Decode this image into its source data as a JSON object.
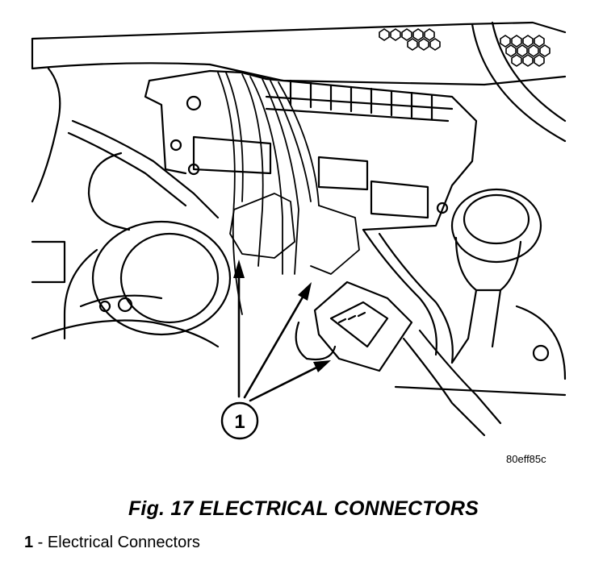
{
  "figure": {
    "code": "80eff85c",
    "callout_number": "1"
  },
  "caption": "Fig. 17 ELECTRICAL CONNECTORS",
  "legend": [
    {
      "number": "1",
      "separator": " - ",
      "text": "Electrical Connectors"
    }
  ]
}
